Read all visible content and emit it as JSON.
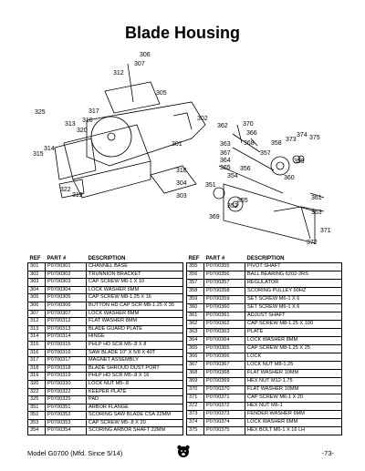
{
  "page": {
    "title": "Blade Housing",
    "footer_model": "Model G0700 (Mfd. Since 5/14)",
    "page_number": "-73-"
  },
  "diagram": {
    "callouts": [
      "306",
      "307",
      "312",
      "305",
      "317",
      "302",
      "325",
      "313",
      "316",
      "320",
      "301",
      "314",
      "315",
      "318",
      "304",
      "303",
      "322",
      "319",
      "362",
      "370",
      "366",
      "363",
      "368",
      "358",
      "373",
      "374",
      "375",
      "367",
      "364",
      "365",
      "357",
      "359",
      "356",
      "354",
      "360",
      "351",
      "355",
      "352",
      "369",
      "361",
      "353",
      "371",
      "372"
    ]
  },
  "table_header": {
    "ref": "REF",
    "part": "PART #",
    "desc": "DESCRIPTION"
  },
  "left_rows": [
    {
      "ref": "301",
      "part": "P0700301",
      "desc": "CHANNEL BASE"
    },
    {
      "ref": "302",
      "part": "P0700302",
      "desc": "TRUNNION BRACKET"
    },
    {
      "ref": "303",
      "part": "P0700303",
      "desc": "CAP SCREW M6-1 X 10"
    },
    {
      "ref": "304",
      "part": "P0700304",
      "desc": "LOCK WASHER 6MM"
    },
    {
      "ref": "305",
      "part": "P0700305",
      "desc": "CAP SCREW M8-1.25 X 16"
    },
    {
      "ref": "306",
      "part": "P0700306",
      "desc": "BUTTON HD CAP SCR M8-1.25 X 35"
    },
    {
      "ref": "307",
      "part": "P0700307",
      "desc": "LOCK WASHER 8MM"
    },
    {
      "ref": "312",
      "part": "P0700312",
      "desc": "FLAT WASHER 8MM"
    },
    {
      "ref": "313",
      "part": "P0700313",
      "desc": "BLADE GUARD PLATE"
    },
    {
      "ref": "314",
      "part": "P0700314",
      "desc": "HINGE"
    },
    {
      "ref": "315",
      "part": "P0700315",
      "desc": "PHLP HD SCR M5-.8 X 8"
    },
    {
      "ref": "316",
      "part": "P0700316",
      "desc": "SAW BLADE 10\" X 5/8 X 40T"
    },
    {
      "ref": "317",
      "part": "P0700317",
      "desc": "MAGNET ASSEMBLY"
    },
    {
      "ref": "318",
      "part": "P0700318",
      "desc": "BLADE SHROUD DUST PORT"
    },
    {
      "ref": "319",
      "part": "P0700319",
      "desc": "PHLP HD SCR M5-.8 X 16"
    },
    {
      "ref": "320",
      "part": "P0700320",
      "desc": "LOCK NUT M5-.8"
    },
    {
      "ref": "322",
      "part": "P0700322",
      "desc": "KEEPER PLATE"
    },
    {
      "ref": "325",
      "part": "P0700325",
      "desc": "PAD"
    },
    {
      "ref": "351",
      "part": "P0700351",
      "desc": "ARBOR FLANGE"
    },
    {
      "ref": "352",
      "part": "P0700352",
      "desc": "SCORING SAW BLADE CSA 22MM"
    },
    {
      "ref": "353",
      "part": "P0700353",
      "desc": "CAP SCREW M5-.8 X 20"
    },
    {
      "ref": "354",
      "part": "P0700354",
      "desc": "SCORING ARBOR SHAFT 22MM"
    }
  ],
  "right_rows": [
    {
      "ref": "355",
      "part": "P0700355",
      "desc": "PIVOT SHAFT"
    },
    {
      "ref": "356",
      "part": "P0700356",
      "desc": "BALL BEARING 6202-2RS"
    },
    {
      "ref": "357",
      "part": "P0700357",
      "desc": "REGULATOR"
    },
    {
      "ref": "358",
      "part": "P0700358",
      "desc": "SCORING PULLEY 60HZ"
    },
    {
      "ref": "359",
      "part": "P0700359",
      "desc": "SET SCREW M6-1 X 6"
    },
    {
      "ref": "360",
      "part": "P0700360",
      "desc": "SET SCREW M6-1 X 6"
    },
    {
      "ref": "361",
      "part": "P0700361",
      "desc": "ADJUST SHAFT"
    },
    {
      "ref": "362",
      "part": "P0700362",
      "desc": "CAP SCREW M8-1.25 X 100"
    },
    {
      "ref": "363",
      "part": "P0700363",
      "desc": "PLATE"
    },
    {
      "ref": "364",
      "part": "P0700364",
      "desc": "LOCK WASHER 8MM"
    },
    {
      "ref": "365",
      "part": "P0700365",
      "desc": "CAP SCREW M8-1.25 X 25"
    },
    {
      "ref": "366",
      "part": "P0700366",
      "desc": "LOCK"
    },
    {
      "ref": "367",
      "part": "P0700367",
      "desc": "LOCK NUT M8-1.25"
    },
    {
      "ref": "368",
      "part": "P0700368",
      "desc": "FLAT WASHER 10MM"
    },
    {
      "ref": "369",
      "part": "P0700369",
      "desc": "HEX NUT M12-1.75"
    },
    {
      "ref": "370",
      "part": "P0700370",
      "desc": "FLAT WASHER 10MM"
    },
    {
      "ref": "371",
      "part": "P0700371",
      "desc": "CAP SCREW M6-1 X 20"
    },
    {
      "ref": "372",
      "part": "P0700372",
      "desc": "HEX NUT M6-1"
    },
    {
      "ref": "373",
      "part": "P0700373",
      "desc": "FENDER WASHER 6MM"
    },
    {
      "ref": "374",
      "part": "P0700374",
      "desc": "LOCK WASHER 6MM"
    },
    {
      "ref": "375",
      "part": "P0700375",
      "desc": "HEX BOLT M6-1 X 16 LH"
    }
  ]
}
